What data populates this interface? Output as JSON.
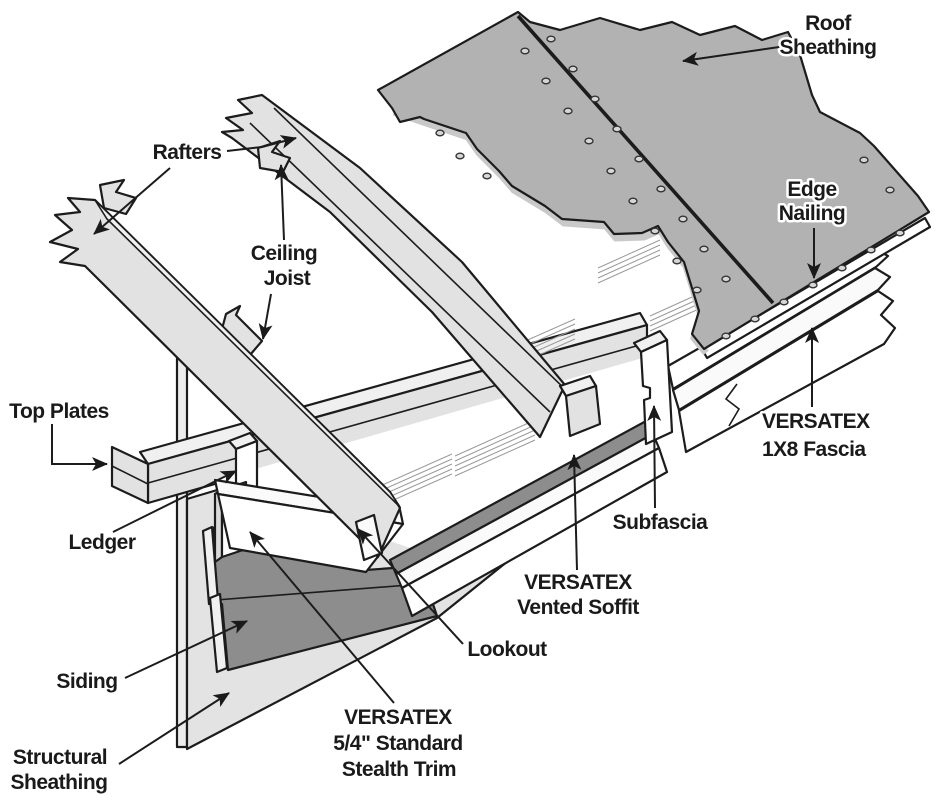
{
  "figure_type": "construction-cutaway-diagram",
  "title": "Roof eave / soffit construction cutaway",
  "colors": {
    "sheathing": "#b2b2b2",
    "wood_top": "#f0f0f0",
    "wood_face": "#e2e2e2",
    "panel": "#e3e3e3",
    "dark": "#8d8d8d",
    "outline": "#1c1c1c"
  },
  "labels": {
    "rafters": {
      "lines": [
        "Rafters"
      ]
    },
    "ceiling_joist": {
      "lines": [
        "Ceiling",
        "Joist"
      ]
    },
    "roof_sheathing": {
      "lines": [
        "Roof",
        "Sheathing"
      ]
    },
    "edge_nailing": {
      "lines": [
        "Edge",
        "Nailing"
      ]
    },
    "top_plates": {
      "lines": [
        "Top Plates"
      ]
    },
    "ledger": {
      "lines": [
        "Ledger"
      ]
    },
    "siding": {
      "lines": [
        "Siding"
      ]
    },
    "structural_sheathing": {
      "lines": [
        "Structural",
        "Sheathing"
      ]
    },
    "versatex_fascia": {
      "lines": [
        "VERSATEX",
        "1X8 Fascia"
      ]
    },
    "subfascia": {
      "lines": [
        "Subfascia"
      ]
    },
    "vented_soffit": {
      "lines": [
        "VERSATEX",
        "Vented Soffit"
      ]
    },
    "lookout": {
      "lines": [
        "Lookout"
      ]
    },
    "stealth_trim": {
      "lines": [
        "VERSATEX",
        "5/4\" Standard",
        "Stealth Trim"
      ]
    }
  }
}
